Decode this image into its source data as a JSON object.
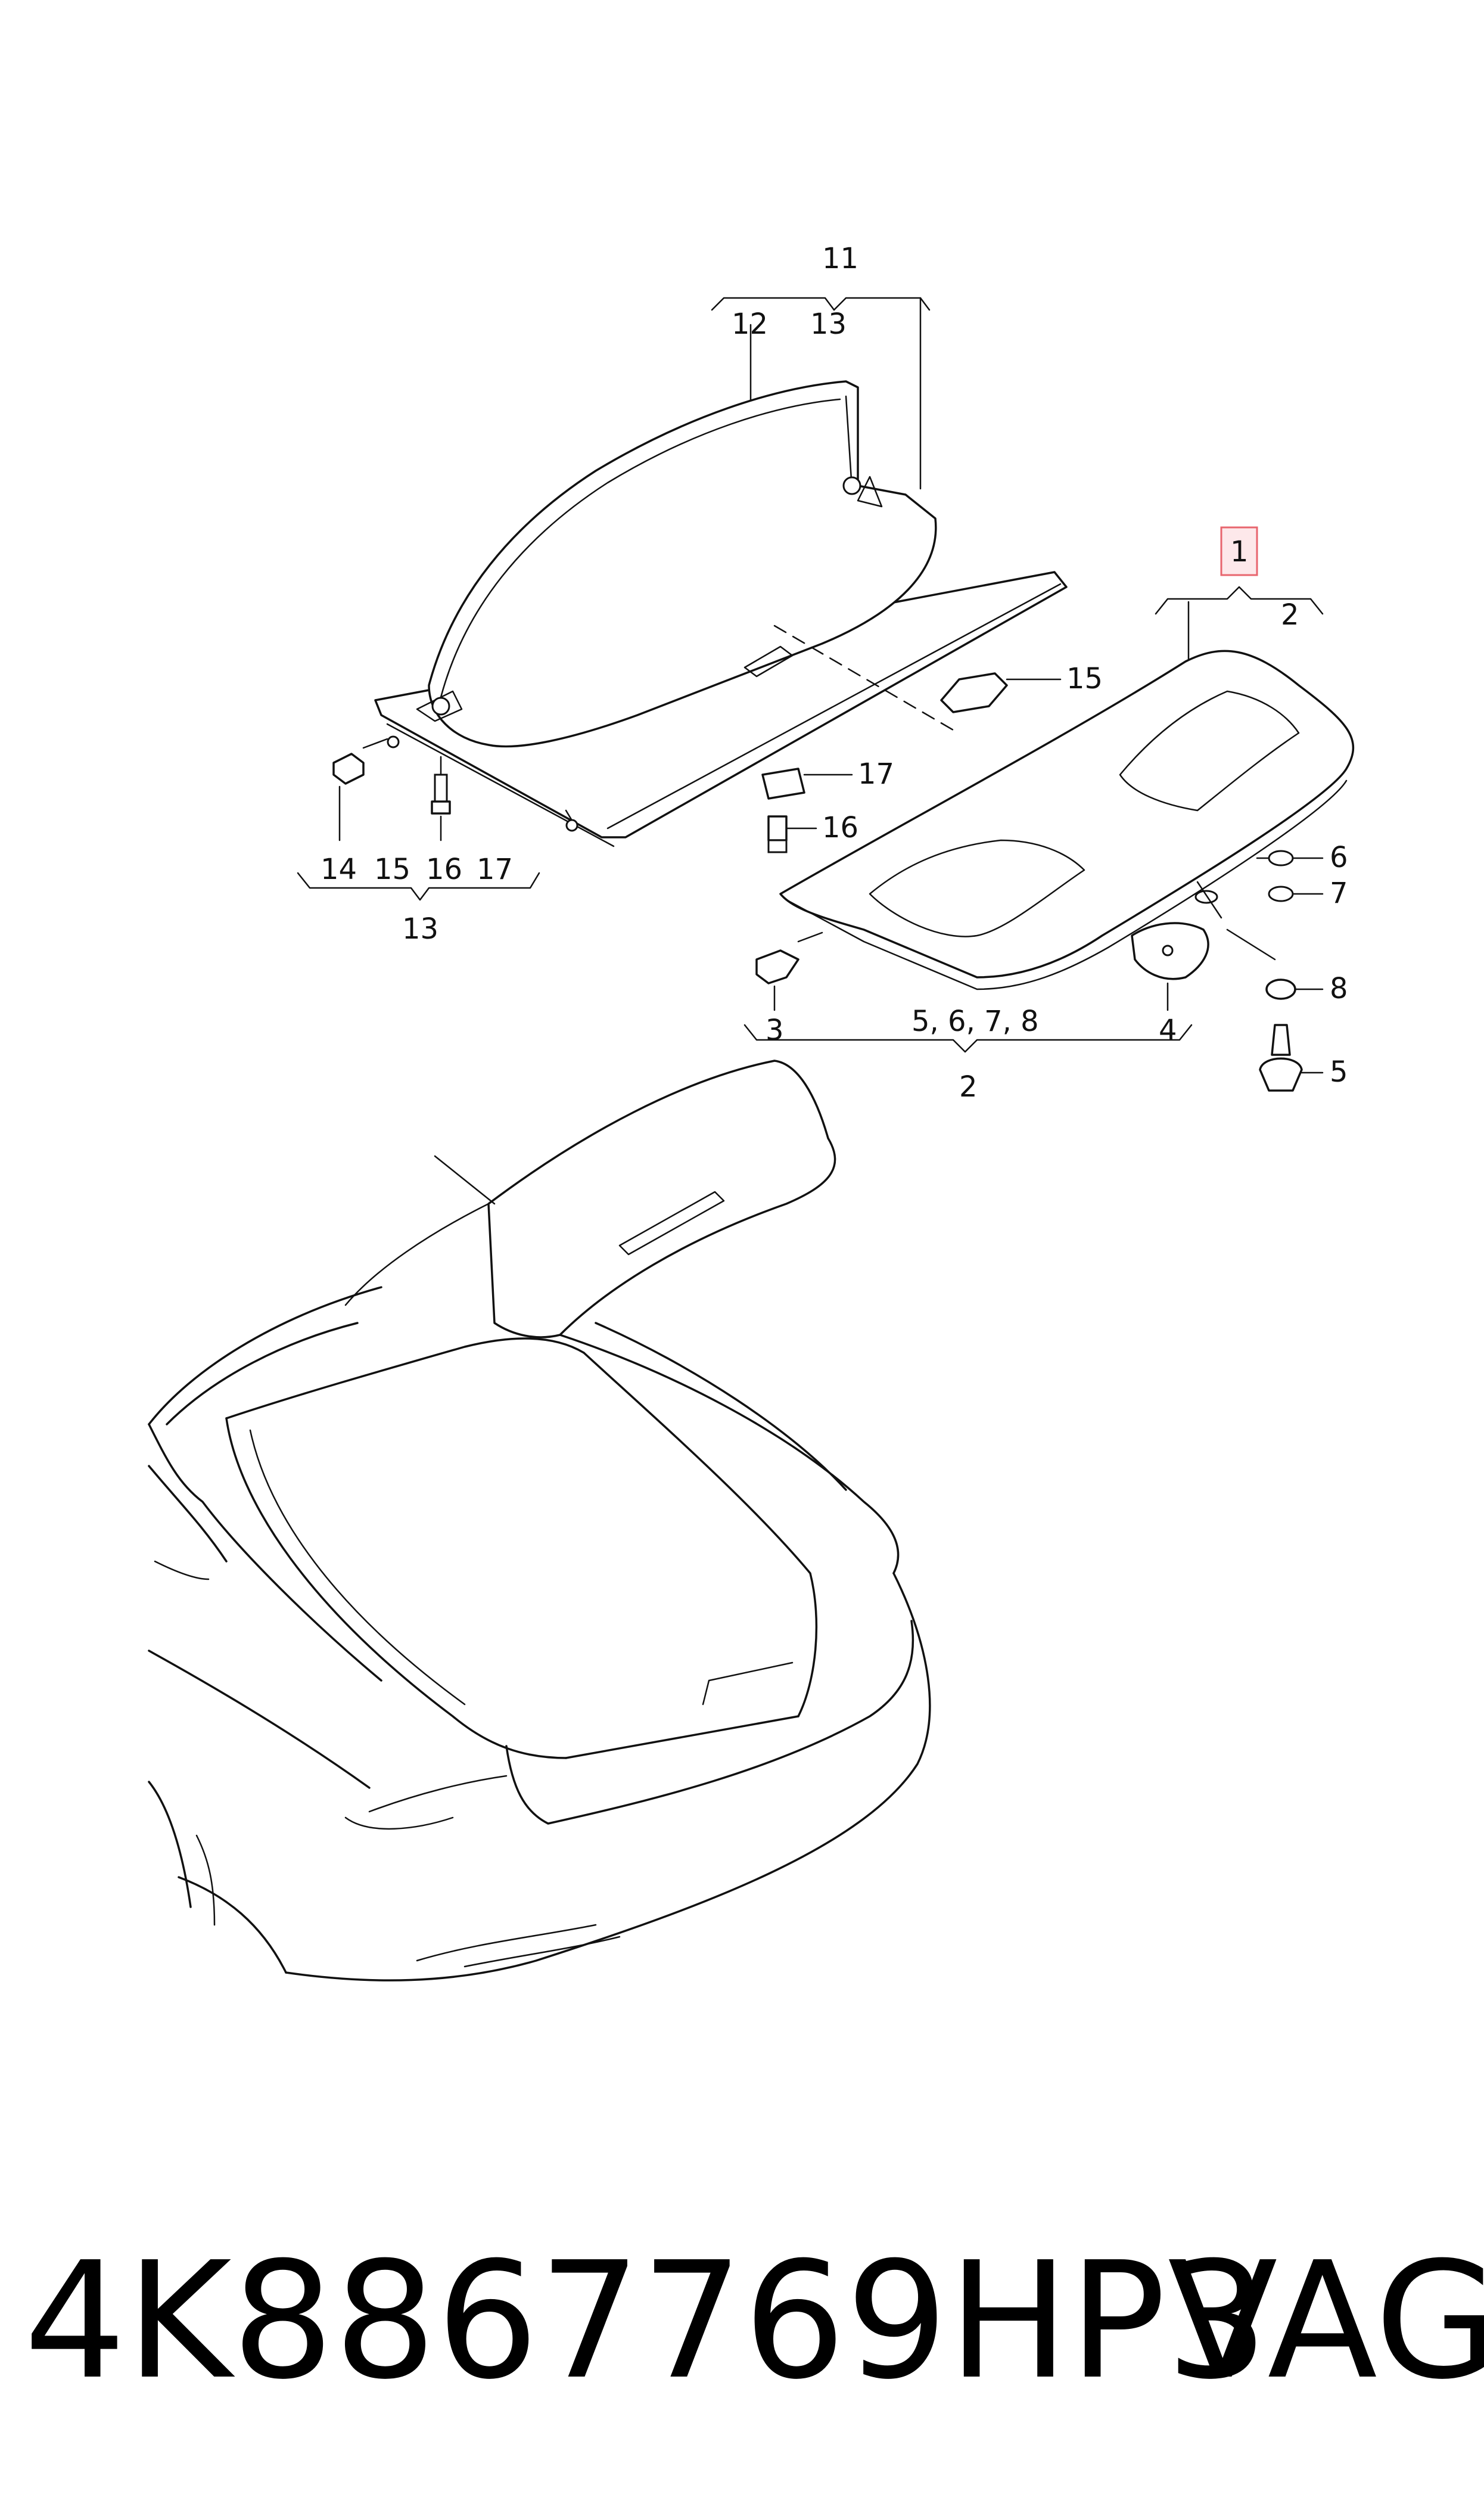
{
  "callouts": {
    "c1": "1",
    "c2": "2",
    "c2b": "2",
    "c3": "3",
    "c4": "4",
    "c5": "5",
    "c6": "6",
    "c7": "7",
    "c8": "8",
    "c5678": "5, 6, 7, 8",
    "c11": "11",
    "c12": "12",
    "c13": "13",
    "c13b": "13",
    "c14": "14",
    "c15": "15",
    "c15b": "15",
    "c16": "16",
    "c16b": "16",
    "c17": "17",
    "c17b": "17"
  },
  "highlight_color": "#e8656e",
  "footer": {
    "part_number": "4K8867769HP3",
    "brand": "VAG"
  }
}
